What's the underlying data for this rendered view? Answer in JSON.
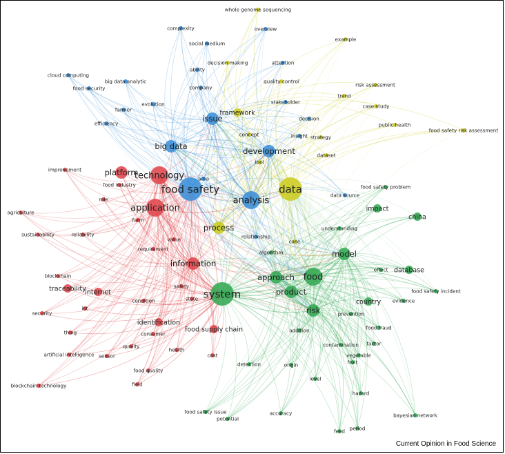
{
  "footer": "Current Opinion in Food Science",
  "cluster_colors": {
    "red": "#e0474c",
    "blue": "#3b8fd8",
    "green": "#34a853",
    "yellow": "#cccc22"
  },
  "nodes": [
    {
      "label": "food safety",
      "cluster": "blue",
      "size": "xl"
    },
    {
      "label": "technology",
      "cluster": "red",
      "size": "l"
    },
    {
      "label": "application",
      "cluster": "red",
      "size": "l"
    },
    {
      "label": "big data",
      "cluster": "blue",
      "size": "m"
    },
    {
      "label": "platform",
      "cluster": "red",
      "size": "m"
    },
    {
      "label": "analysis",
      "cluster": "blue",
      "size": "l"
    },
    {
      "label": "development",
      "cluster": "blue",
      "size": "m"
    },
    {
      "label": "data",
      "cluster": "yellow",
      "size": "xl"
    },
    {
      "label": "issue",
      "cluster": "blue",
      "size": "m"
    },
    {
      "label": "framework",
      "cluster": "yellow",
      "size": "s"
    },
    {
      "label": "process",
      "cluster": "yellow",
      "size": "m"
    },
    {
      "label": "information",
      "cluster": "red",
      "size": "m"
    },
    {
      "label": "system",
      "cluster": "green",
      "size": "xl"
    },
    {
      "label": "approach",
      "cluster": "green",
      "size": "m"
    },
    {
      "label": "food",
      "cluster": "green",
      "size": "l"
    },
    {
      "label": "product",
      "cluster": "green",
      "size": "m"
    },
    {
      "label": "model",
      "cluster": "green",
      "size": "m"
    },
    {
      "label": "risk",
      "cluster": "green",
      "size": "m"
    },
    {
      "label": "country",
      "cluster": "green",
      "size": "s"
    },
    {
      "label": "database",
      "cluster": "green",
      "size": "s"
    },
    {
      "label": "china",
      "cluster": "green",
      "size": "s"
    },
    {
      "label": "impact",
      "cluster": "green",
      "size": "s"
    },
    {
      "label": "traceability",
      "cluster": "red",
      "size": "s"
    },
    {
      "label": "internet",
      "cluster": "red",
      "size": "s"
    },
    {
      "label": "identification",
      "cluster": "red",
      "size": "s"
    },
    {
      "label": "food supply chain",
      "cluster": "red",
      "size": "s"
    },
    {
      "label": "whole genome sequencing",
      "cluster": "yellow",
      "size": "xs"
    },
    {
      "label": "overview",
      "cluster": "blue",
      "size": "xs"
    },
    {
      "label": "complexity",
      "cluster": "blue",
      "size": "xs"
    },
    {
      "label": "social medium",
      "cluster": "blue",
      "size": "xs"
    },
    {
      "label": "example",
      "cluster": "yellow",
      "size": "xs"
    },
    {
      "label": "decision making",
      "cluster": "yellow",
      "size": "xs"
    },
    {
      "label": "attention",
      "cluster": "blue",
      "size": "xs"
    },
    {
      "label": "ability",
      "cluster": "blue",
      "size": "xs"
    },
    {
      "label": "cloud computing",
      "cluster": "blue",
      "size": "xs"
    },
    {
      "label": "big data analytic",
      "cluster": "blue",
      "size": "xs"
    },
    {
      "label": "quality control",
      "cluster": "yellow",
      "size": "xs"
    },
    {
      "label": "risk assessment",
      "cluster": "yellow",
      "size": "xs"
    },
    {
      "label": "food security",
      "cluster": "blue",
      "size": "xs"
    },
    {
      "label": "company",
      "cluster": "blue",
      "size": "xs"
    },
    {
      "label": "trend",
      "cluster": "yellow",
      "size": "xs"
    },
    {
      "label": "stakeholder",
      "cluster": "blue",
      "size": "xs"
    },
    {
      "label": "case study",
      "cluster": "yellow",
      "size": "xs"
    },
    {
      "label": "farmer",
      "cluster": "blue",
      "size": "xs"
    },
    {
      "label": "evolution",
      "cluster": "blue",
      "size": "xs"
    },
    {
      "label": "decision",
      "cluster": "blue",
      "size": "xs"
    },
    {
      "label": "efficiency",
      "cluster": "blue",
      "size": "xs"
    },
    {
      "label": "public health",
      "cluster": "yellow",
      "size": "xs"
    },
    {
      "label": "food safety risk assessment",
      "cluster": "yellow",
      "size": "xs"
    },
    {
      "label": "insight",
      "cluster": "blue",
      "size": "xs"
    },
    {
      "label": "strategy",
      "cluster": "yellow",
      "size": "xs"
    },
    {
      "label": "concept",
      "cluster": "yellow",
      "size": "xs"
    },
    {
      "label": "dataset",
      "cluster": "yellow",
      "size": "xs"
    },
    {
      "label": "tool",
      "cluster": "yellow",
      "size": "xs"
    },
    {
      "label": "improvement",
      "cluster": "red",
      "size": "xs"
    },
    {
      "label": "food industry",
      "cluster": "red",
      "size": "xs"
    },
    {
      "label": "area",
      "cluster": "blue",
      "size": "xs"
    },
    {
      "label": "food safety problem",
      "cluster": "green",
      "size": "xs"
    },
    {
      "label": "role",
      "cluster": "red",
      "size": "xs"
    },
    {
      "label": "data source",
      "cluster": "blue",
      "size": "xs"
    },
    {
      "label": "agriculture",
      "cluster": "red",
      "size": "xs"
    },
    {
      "label": "farm",
      "cluster": "red",
      "size": "xs"
    },
    {
      "label": "understanding",
      "cluster": "green",
      "size": "xs"
    },
    {
      "label": "sustainability",
      "cluster": "red",
      "size": "xs"
    },
    {
      "label": "reliability",
      "cluster": "red",
      "size": "xs"
    },
    {
      "label": "relationship",
      "cluster": "blue",
      "size": "xs"
    },
    {
      "label": "value",
      "cluster": "red",
      "size": "xs"
    },
    {
      "label": "case",
      "cluster": "yellow",
      "size": "xs"
    },
    {
      "label": "requirement",
      "cluster": "red",
      "size": "xs"
    },
    {
      "label": "algorithm",
      "cluster": "green",
      "size": "xs"
    },
    {
      "label": "blockchain",
      "cluster": "red",
      "size": "xs"
    },
    {
      "label": "effect",
      "cluster": "green",
      "size": "xs"
    },
    {
      "label": "safety",
      "cluster": "red",
      "size": "xs"
    },
    {
      "label": "food safety incident",
      "cluster": "green",
      "size": "xs"
    },
    {
      "label": "iot",
      "cluster": "red",
      "size": "xs"
    },
    {
      "label": "condition",
      "cluster": "red",
      "size": "xs"
    },
    {
      "label": "state",
      "cluster": "red",
      "size": "xs"
    },
    {
      "label": "evidence",
      "cluster": "green",
      "size": "xs"
    },
    {
      "label": "security",
      "cluster": "red",
      "size": "xs"
    },
    {
      "label": "prevention",
      "cluster": "green",
      "size": "xs"
    },
    {
      "label": "food fraud",
      "cluster": "green",
      "size": "xs"
    },
    {
      "label": "consumer",
      "cluster": "red",
      "size": "xs"
    },
    {
      "label": "thing",
      "cluster": "red",
      "size": "xs"
    },
    {
      "label": "addition",
      "cluster": "green",
      "size": "xs"
    },
    {
      "label": "factor",
      "cluster": "green",
      "size": "xs"
    },
    {
      "label": "quality",
      "cluster": "red",
      "size": "xs"
    },
    {
      "label": "contamination",
      "cluster": "green",
      "size": "xs"
    },
    {
      "label": "artificial intelligence",
      "cluster": "red",
      "size": "xs"
    },
    {
      "label": "sensor",
      "cluster": "red",
      "size": "xs"
    },
    {
      "label": "health",
      "cluster": "red",
      "size": "xs"
    },
    {
      "label": "cost",
      "cluster": "red",
      "size": "xs"
    },
    {
      "label": "vegetable",
      "cluster": "green",
      "size": "xs"
    },
    {
      "label": "fruit",
      "cluster": "green",
      "size": "xs"
    },
    {
      "label": "detection",
      "cluster": "green",
      "size": "xs"
    },
    {
      "label": "origin",
      "cluster": "green",
      "size": "xs"
    },
    {
      "label": "food quality",
      "cluster": "red",
      "size": "xs"
    },
    {
      "label": "level",
      "cluster": "green",
      "size": "xs"
    },
    {
      "label": "field",
      "cluster": "red",
      "size": "xs"
    },
    {
      "label": "blockchain technology",
      "cluster": "red",
      "size": "xs"
    },
    {
      "label": "hazard",
      "cluster": "green",
      "size": "xs"
    },
    {
      "label": "food safety issue",
      "cluster": "green",
      "size": "xs"
    },
    {
      "label": "accuracy",
      "cluster": "green",
      "size": "xs"
    },
    {
      "label": "potential",
      "cluster": "green",
      "size": "xs"
    },
    {
      "label": "bayesian network",
      "cluster": "green",
      "size": "xs"
    },
    {
      "label": "feed",
      "cluster": "green",
      "size": "xs"
    },
    {
      "label": "period",
      "cluster": "green",
      "size": "xs"
    }
  ]
}
